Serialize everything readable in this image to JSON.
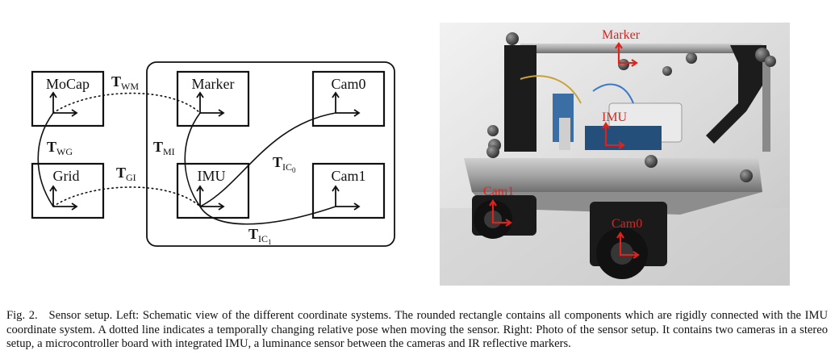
{
  "diagram": {
    "boxes": {
      "mocap": "MoCap",
      "grid": "Grid",
      "marker": "Marker",
      "imu": "IMU",
      "cam0": "Cam0",
      "cam1": "Cam1"
    },
    "transforms": {
      "t_wm": {
        "main": "T",
        "sub": "WM"
      },
      "t_wg": {
        "main": "T",
        "sub": "WG"
      },
      "t_gi": {
        "main": "T",
        "sub": "GI"
      },
      "t_mi": {
        "main": "T",
        "sub": "MI"
      },
      "t_ic0": {
        "main": "T",
        "sub": "IC",
        "subsub": "0"
      },
      "t_ic1": {
        "main": "T",
        "sub": "IC",
        "subsub": "1"
      }
    }
  },
  "photo": {
    "labels": {
      "marker": "Marker",
      "imu": "IMU",
      "cam1": "Cam1",
      "cam0": "Cam0"
    },
    "label_color": "#e0221d"
  },
  "caption": {
    "prefix": "Fig. 2.",
    "text": "Sensor setup. Left: Schematic view of the different coordinate systems. The rounded rectangle contains all components which are rigidly connected with the IMU coordinate system. A dotted line indicates a temporally changing relative pose when moving the sensor. Right: Photo of the sensor setup. It contains two cameras in a stereo setup, a microcontroller board with integrated IMU, a luminance sensor between the cameras and IR reflective markers."
  }
}
